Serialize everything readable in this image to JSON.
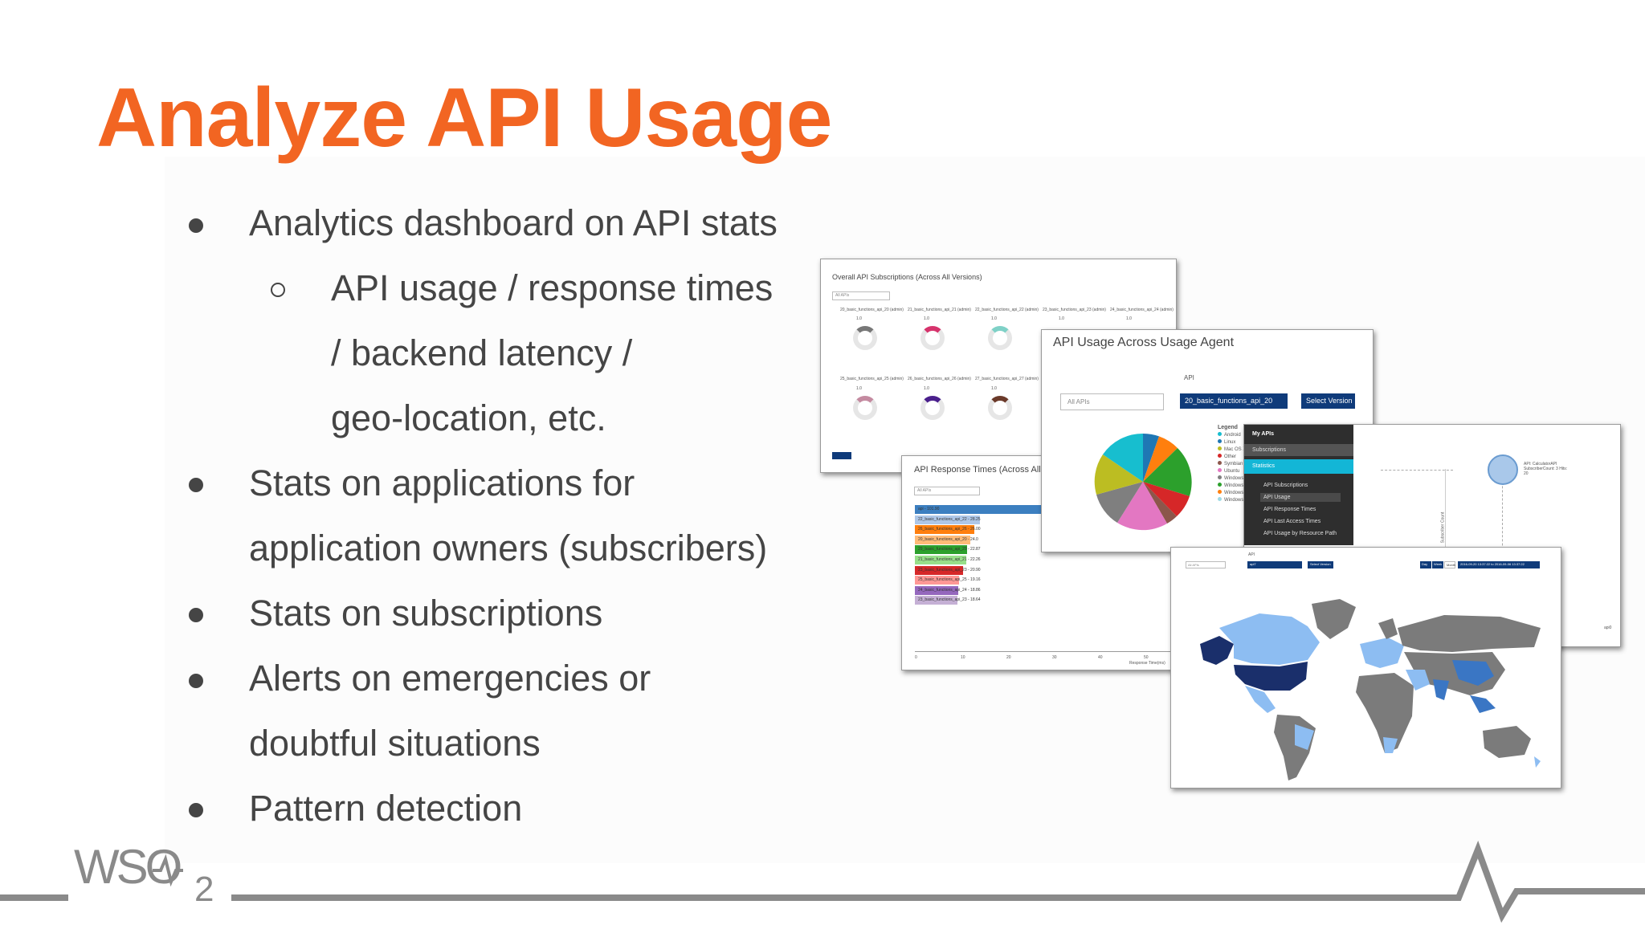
{
  "slide": {
    "title": "Analyze API Usage",
    "accent_color": "#f26522",
    "bullets": [
      {
        "level": 1,
        "text": "Analytics dashboard on API stats"
      },
      {
        "level": 2,
        "lines": [
          "API usage / response times",
          "/ backend latency /",
          "geo-location, etc."
        ]
      },
      {
        "level": 1,
        "lines": [
          "Stats on applications for",
          "application owners (subscribers)"
        ]
      },
      {
        "level": 1,
        "text": "Stats on subscriptions"
      },
      {
        "level": 1,
        "lines": [
          "Alerts on emergencies or",
          "doubtful situations"
        ]
      },
      {
        "level": 1,
        "text": "Pattern detection"
      }
    ]
  },
  "footer": {
    "logo_text": "WSO",
    "logo_sub": "2",
    "line_color": "#8a8a8a"
  },
  "shots": {
    "subscriptions": {
      "title": "Overall API Subscriptions (Across All Versions)",
      "select": "All APIs",
      "row1": [
        "20_basic_functions_api_20 (admin)",
        "21_basic_functions_api_21 (admin)",
        "22_basic_functions_api_22 (admin)",
        "23_basic_functions_api_23 (admin)",
        "24_basic_functions_api_24 (admin)"
      ],
      "row2": [
        "25_basic_functions_api_25 (admin)",
        "26_basic_functions_api_26 (admin)",
        "27_basic_functions_api_27 (admin)"
      ],
      "donut_label": "1.0",
      "donut_colors": [
        "#777777",
        "#d6336c",
        "#7fd1c7",
        "#1a5fb4",
        "#3c2f9e",
        "#c48aa0",
        "#4a1f8c",
        "#6b3a2a"
      ]
    },
    "usage_agent": {
      "title": "API Usage Across Usage Agent",
      "api_label": "API",
      "select_all": "All APIs",
      "select_api": "20_basic_functions_api_20",
      "select_version": "Select Version",
      "legend_title": "Legend",
      "legend": [
        "Android",
        "Linux",
        "Mac OS X",
        "Other",
        "Symbian",
        "Ubuntu",
        "Windows",
        "Windows",
        "Windows",
        "Windows"
      ],
      "legend_colors": [
        "#17becf",
        "#1f77b4",
        "#bcbd22",
        "#d62728",
        "#8c564b",
        "#e377c2",
        "#7f7f7f",
        "#2ca02c",
        "#ff7f0e",
        "#9edae5"
      ],
      "pie_colors": [
        "#17becf",
        "#1f77b4",
        "#ff7f0e",
        "#2ca02c",
        "#d62728",
        "#8c564b",
        "#e377c2",
        "#7f7f7f",
        "#bcbd22"
      ]
    },
    "response_times": {
      "title": "API Response Times (Across All",
      "select": "All APIs",
      "bars": [
        {
          "label": "api - 101.90",
          "color": "#3c7fc0",
          "value": 101.9
        },
        {
          "label": "22_basic_functions_api_22 - 28.25",
          "color": "#aec7e8",
          "value": 28.25
        },
        {
          "label": "26_basic_functions_api_26 - 26.00",
          "color": "#ff7f0e",
          "value": 26.0
        },
        {
          "label": "20_basic_functions_api_20 - 24.0",
          "color": "#ffbb78",
          "value": 24.0
        },
        {
          "label": "29_basic_functions_api_29 - 22.87",
          "color": "#2ca02c",
          "value": 22.87
        },
        {
          "label": "21_basic_functions_api_21 - 22.26",
          "color": "#98df8a",
          "value": 22.26
        },
        {
          "label": "23_basic_functions_api_23 - 20.90",
          "color": "#d62728",
          "value": 20.9
        },
        {
          "label": "25_basic_functions_api_25 - 19.16",
          "color": "#ff9896",
          "value": 19.16
        },
        {
          "label": "24_basic_functions_api_24 - 18.86",
          "color": "#9467bd",
          "value": 18.86
        },
        {
          "label": "23_basic_functions_api_23 - 18.64",
          "color": "#c5b0d5",
          "value": 18.64
        }
      ],
      "ticks": [
        "0",
        "10",
        "20",
        "30",
        "40",
        "50"
      ],
      "xlabel": "Response Time(ms)"
    },
    "menu": {
      "header": "My APIs",
      "items": [
        "Subscriptions",
        "Statistics",
        "API Subscriptions",
        "API Usage",
        "API Response Times",
        "API Last Access Times",
        "API Usage by Resource Path"
      ],
      "bubble_label": "API: CalculatorAPI SubscriberCount: 3 Hits: 20",
      "axis_label": "Subscriber Count",
      "axis_end": "api0"
    },
    "map": {
      "api_label": "API",
      "select_all": "All APIs",
      "select_api": "api7",
      "select_version": "Select Version",
      "range_buttons": [
        "Day",
        "Week",
        "Month"
      ],
      "date_range": "2016-09-20 13:37:22 to 2016-09-06 13:37:22",
      "colors": {
        "dark": "#1a2f6b",
        "mid": "#3a76c4",
        "light": "#8dbdf2",
        "none": "#7b7b7b"
      }
    }
  }
}
